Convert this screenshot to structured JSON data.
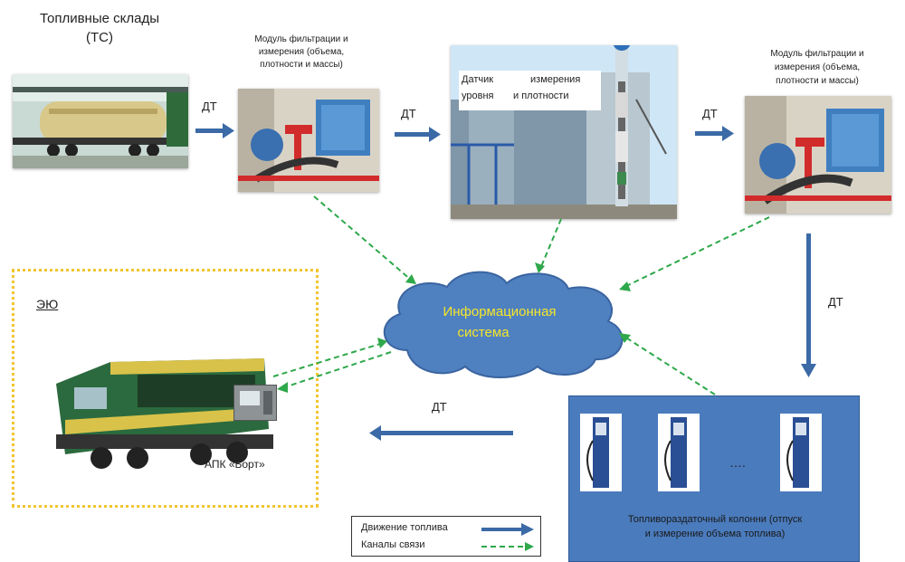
{
  "nodes": {
    "fuel_depot": {
      "line1": "Топливные склады",
      "line2": "(ТС)"
    },
    "filter_module_1": {
      "line1": "Модуль фильтрации и",
      "line2": "измерения (объема,",
      "line3": "плотности и массы)"
    },
    "level_sensor": {
      "word1": "Датчик",
      "word2": "измерения",
      "word3": "уровня",
      "word4": "и плотности"
    },
    "filter_module_2": {
      "line1": "Модуль фильтрации и",
      "line2": "измерения (объема,",
      "line3": "плотности и массы)"
    },
    "info_system": {
      "line1": "Информационная",
      "line2": "система"
    },
    "locomotive_area": {
      "label": "ЭЮ",
      "device": "АПК «Борт»"
    },
    "dispensers": {
      "dots": "….",
      "line1": "Топливораздаточный колонни (отпуск",
      "line2": "и измерение объема топлива)"
    }
  },
  "flow_labels": {
    "dt1": "ДТ",
    "dt2": "ДТ",
    "dt3": "ДТ",
    "dt4": "ДТ",
    "dt5": "ДТ"
  },
  "legend": {
    "fuel_flow": "Движение топлива",
    "comm_channels": "Каналы связи"
  },
  "colors": {
    "flow_arrow": "#3b6aa6",
    "comm_arrow": "#2ea84a",
    "cloud": "#4f80c0",
    "cloud_text": "#f5e62a",
    "dispenser_bg": "#4a7bbd",
    "loco_border": "#f2c530"
  }
}
